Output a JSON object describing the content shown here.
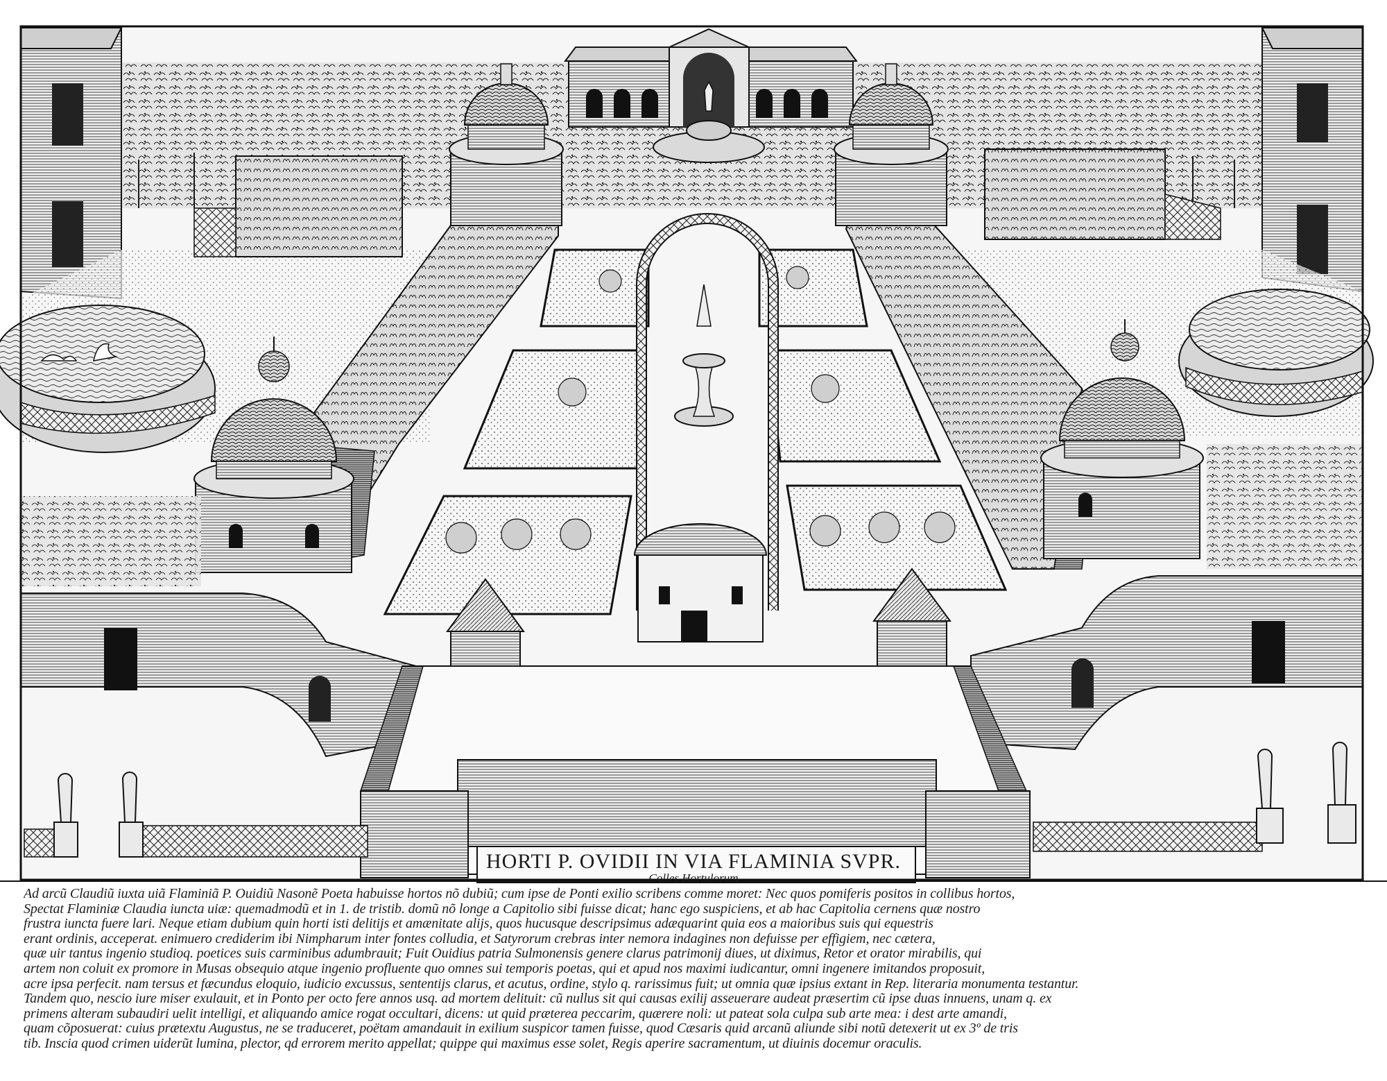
{
  "plate": {
    "title": "HORTI P. OVIDII IN VIA FLAMINIA SVPR.",
    "subtitle": "Colles Hortulorum",
    "caption_lines": [
      "Ad arcũ Claudiũ iuxta uiã Flaminiã P. Ouidiũ Nasonẽ Poeta habuisse hortos nõ dubiũ; cum ipse de Ponti exilio scribens comme moret: Nec quos pomiferis positos in collibus hortos,",
      "Spectat Flaminiæ Claudia iuncta uiæ: quemadmodũ et in 1. de tristib. domũ nõ longe a Capitolio sibi fuisse dicat; hanc ego suspiciens, et ab hac Capitolia cernens quæ nostro",
      "frustra iuncta fuere lari. Neque etiam dubium quin horti isti delitijs et amænitate alijs, quos hucusque descripsimus adæquarint quia eos a maioribus suis qui equestris",
      "erant ordinis, acceperat. enimuero crediderim ibi Nimpharum inter fontes colludia, et Satyrorum crebras inter nemora indagines non defuisse per effigiem, nec cætera,",
      "quæ uir tantus ingenio studioq. poetices suis carminibus adumbrauit; Fuit Ouidius patria Sulmonensis genere clarus patrimonij diues, ut diximus, Retor et orator mirabilis, qui",
      "artem non coluit ex promore in Musas obsequio atque ingenio profluente quo omnes sui temporis poetas, qui et apud nos maximi iudicantur, omni ingenere imitandos proposuit,",
      "acre ipsa perfecit. nam tersus et fæcundus eloquio, iudicio excussus, sententijs clarus, et acutus, ordine, stylo q. rarissimus fuit; ut omnia quæ ipsius extant in Rep. literaria monumenta testantur.",
      "Tandem quo, nescio iure miser exulauit, et in Ponto per octo fere annos usq. ad mortem delituit: cũ nullus sit qui causas exilij asseuerare audeat præsertim cũ ipse duas innuens, unam q. ex",
      "primens alteram subaudiri uelit intelligi, et aliquando amice rogat occultari, dicens: ut quid præterea peccarim, quærere noli: ut pateat sola culpa sub arte mea: i dest arte amandi,",
      "quam cõposuerat: cuius prætextu Augustus, ne se traduceret, poëtam amandauit in exilium suspicor tamen fuisse, quod Cæsaris quid arcanũ aliunde sibi notũ detexerit ut ex 3º de tris",
      "tib. Inscia quod crimen uiderũt lumina, plector, qd errorem merito appellat; quippe qui maximus esse solet, Regis aperire sacramentum, ut diuinis docemur oraculis."
    ]
  }
}
